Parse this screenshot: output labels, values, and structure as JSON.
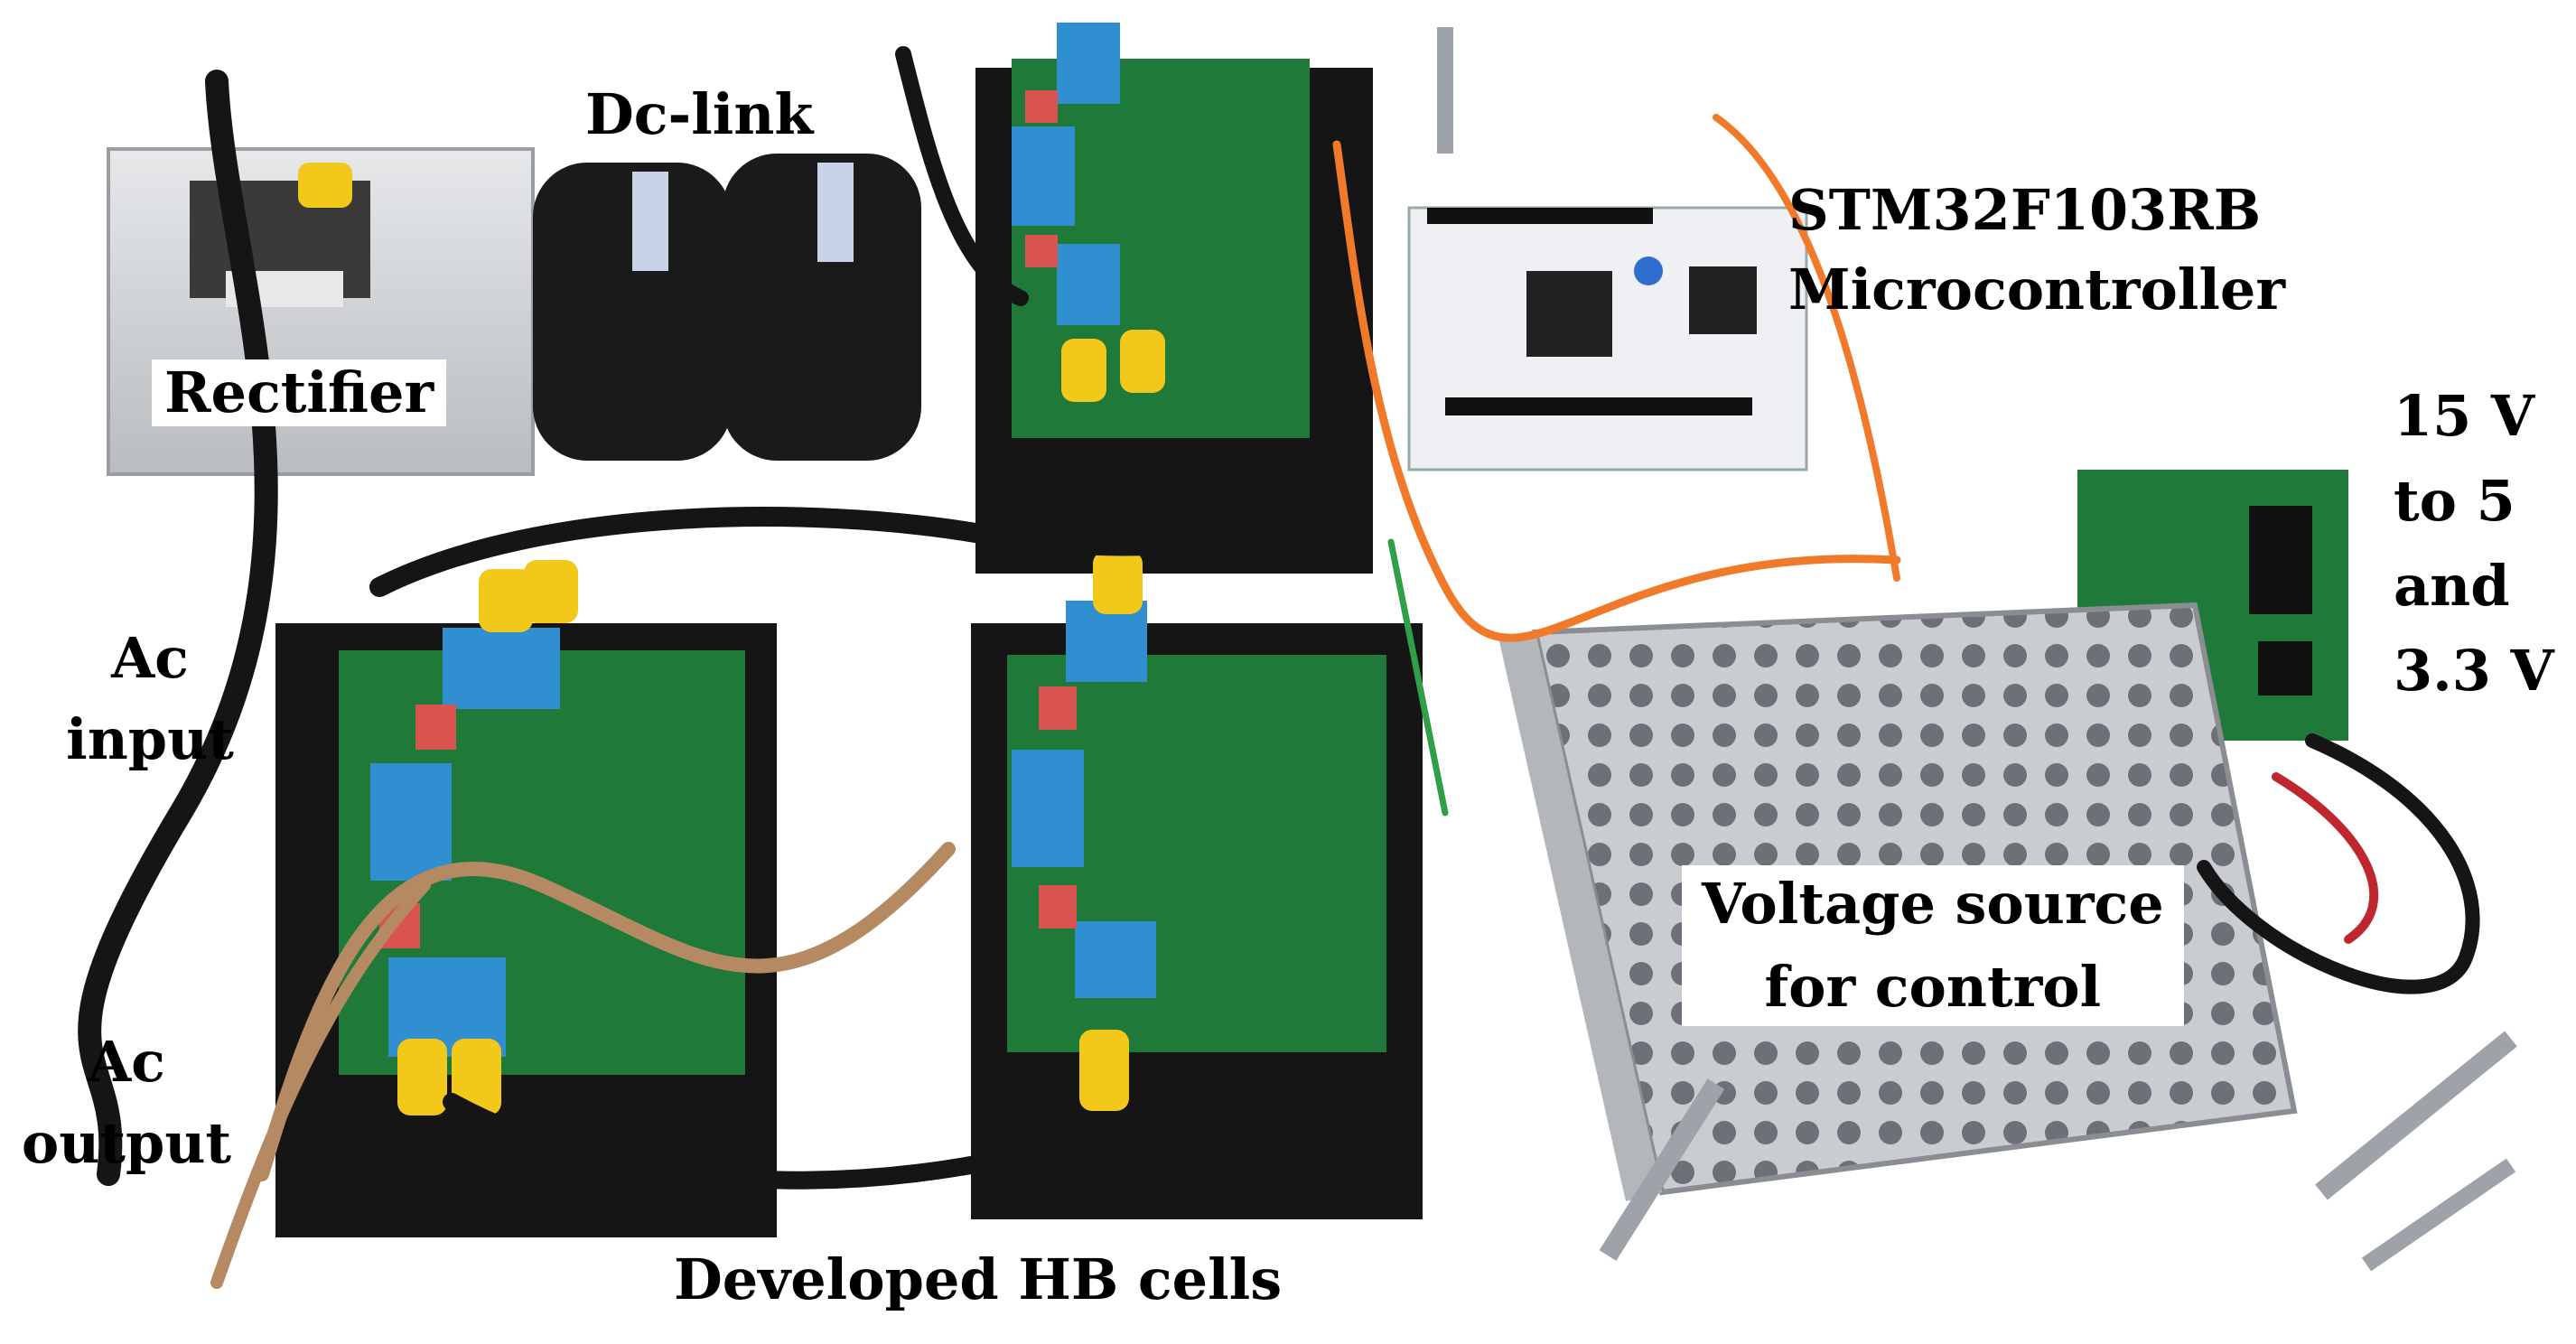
{
  "labels": {
    "rectifier": "Rectifier",
    "dc_link": "Dc-link",
    "mcu_line1": "STM32F103RB",
    "mcu_line2": "Microcontroller",
    "reg_line1": "15 V",
    "reg_line2": "to 5",
    "reg_line3": "and",
    "reg_line4": "3.3 V",
    "ac_input_line1": "Ac",
    "ac_input_line2": "input",
    "ac_output_line1": "Ac",
    "ac_output_line2": "output",
    "vsrc_line1": "Voltage source",
    "vsrc_line2": "for control",
    "hb_cells": "Developed HB cells"
  },
  "colors": {
    "background": "#ffffff",
    "pcb_green": "#1f7a3a",
    "heatsink_black": "#151515",
    "terminal_blue": "#2f8fd0",
    "lug_yellow": "#f2c81a",
    "wire_orange": "#f07a2a",
    "mcu_board_white": "#eef0f3",
    "psu_metal": "#c9ccd1"
  }
}
